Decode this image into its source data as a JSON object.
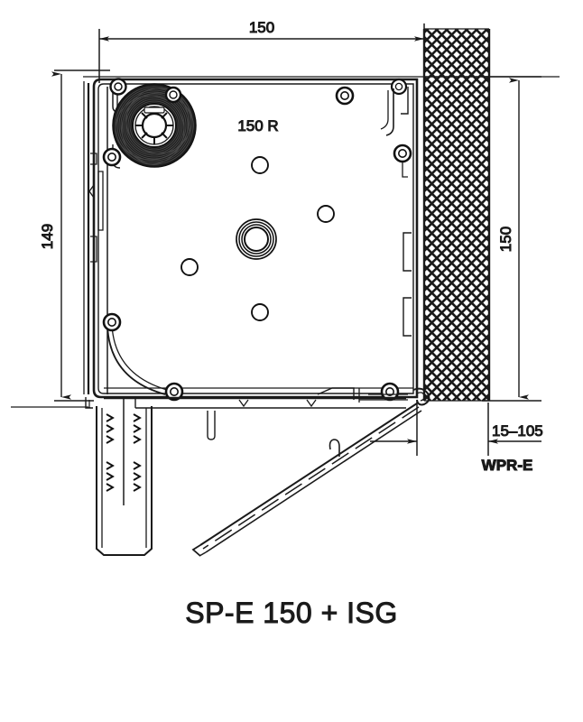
{
  "drawing": {
    "caption": "SP-E 150 + ISG",
    "part_label": "150 R",
    "wall_label": "WPR-E",
    "dimensions": {
      "top_width": "150",
      "left_height": "149",
      "right_height": "150",
      "wall_offset": "15–105"
    },
    "colors": {
      "line": "#1a1a1a",
      "background": "#ffffff",
      "hatch": "#1a1a1a"
    }
  }
}
